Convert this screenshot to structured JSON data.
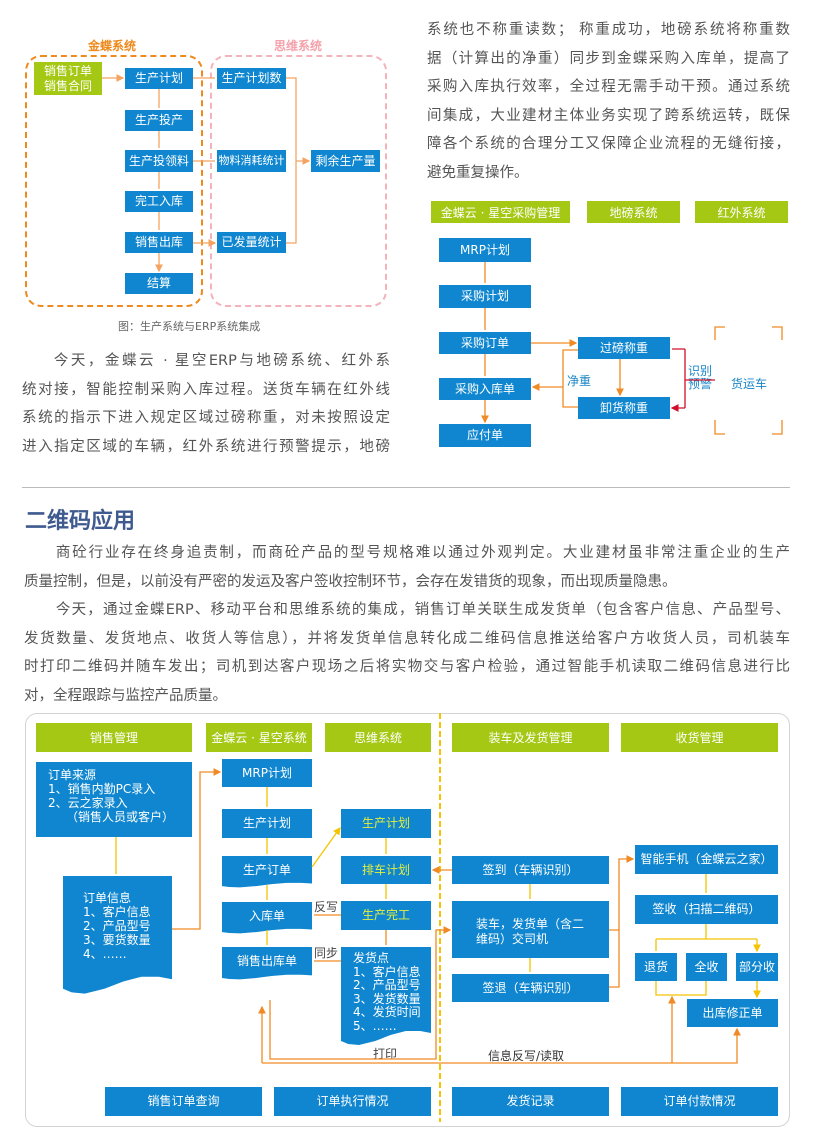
{
  "diagram1": {
    "group_left": "金蝶系统",
    "group_right": "思维系统",
    "source": [
      "销售订单",
      "销售合同"
    ],
    "kingdee": [
      "生产计划",
      "生产投产",
      "生产投领料",
      "完工入库",
      "销售出库",
      "结算"
    ],
    "siwei": [
      "生产计划数",
      "物料消耗统计",
      "已发量统计"
    ],
    "result": "剩余生产量",
    "caption": "图：生产系统与ERP系统集成"
  },
  "para_left": [
    "今天，金蝶云 · 星空ERP与地磅系统、红外系",
    "统对接，智能控制采购入库过程。送货车辆在红外线",
    "系统的指示下进入规定区域过磅称重，对未按照设定",
    "进入指定区域的车辆，红外系统进行预警提示，地磅"
  ],
  "para_right": [
    "系统也不称重读数； 称重成功，地磅系统将称重数",
    "据（计算出的净重）同步到金蝶采购入库单，提高了",
    "采购入库执行效率，全过程无需手动干预。通过系统",
    "间集成，大业建材主体业务实现了跨系统运转，既保",
    "障各个系统的合理分工又保障企业流程的无缝衔接，",
    "避免重复操作。"
  ],
  "diagram2": {
    "headers": [
      "金蝶云 · 星空采购管理",
      "地磅系统",
      "红外系统"
    ],
    "kingdee": [
      "MRP计划",
      "采购计划",
      "采购订单",
      "采购入库单",
      "应付单"
    ],
    "weigh_in": "过磅称重",
    "weigh_out": "卸货称重",
    "net_weight": "净重",
    "identify": [
      "识别",
      "预警"
    ],
    "truck": "货运车"
  },
  "section": {
    "title": "二维码应用",
    "paragraphs": [
      [
        "商砼行业存在终身追责制，而商砼产品的型号规格难以通过外观判定。大业建材虽非常注重企业的生产",
        "质量控制，但是，以前没有严密的发运及客户签收控制环节，会存在发错货的现象，而出现质量隐患。"
      ],
      [
        "今天，通过金蝶ERP、移动平台和思维系统的集成，销售订单关联生成发货单（包含客户信息、产品型号、",
        "发货数量、发货地点、收货人等信息），并将发货单信息转化成二维码信息推送给客户方收货人员，司机装车",
        "时打印二维码并随车发出；司机到达客户现场之后将实物交与客户检验，通过智能手机读取二维码信息进行比",
        "对，全程跟踪与监控产品质量。"
      ]
    ]
  },
  "diagram3": {
    "headers": [
      "销售管理",
      "金蝶云 · 星空系统",
      "思维系统",
      "装车及发货管理",
      "收货管理"
    ],
    "order_source": [
      "订单来源",
      "1、销售内勤PC录入",
      "2、云之家录入",
      "（销售人员或客户）"
    ],
    "order_info": [
      "订单信息",
      "1、客户信息",
      "2、产品型号",
      "3、要货数量",
      "4、……"
    ],
    "kingdee": [
      "MRP计划",
      "生产计划",
      "生产订单",
      "入库单",
      "销售出库单"
    ],
    "siwei": [
      "生产计划",
      "排车计划",
      "生产完工"
    ],
    "ship_point": [
      "发货点",
      "1、客户信息",
      "2、产品型号",
      "3、发货数量",
      "4、发货时间",
      "5、……"
    ],
    "writeback": "反写",
    "sync": "同步",
    "print": "打印",
    "loading": [
      "签到（车辆识别）",
      "装车，发货单（含二",
      "维码）交司机",
      "签退（车辆识别）"
    ],
    "receiving": [
      "智能手机（金蝶云之家）",
      "签收（扫描二维码）",
      "退货",
      "全收",
      "部分收",
      "出库修正单"
    ],
    "info_rw": "信息反写/读取",
    "footer": [
      "销售订单查询",
      "订单执行情况",
      "发货记录",
      "订单付款情况"
    ]
  },
  "colors": {
    "blue": "#0f86cf",
    "green": "#a5c814",
    "orange": "#f08a24",
    "yellow": "#f5c400",
    "title": "#3f5a8f"
  }
}
